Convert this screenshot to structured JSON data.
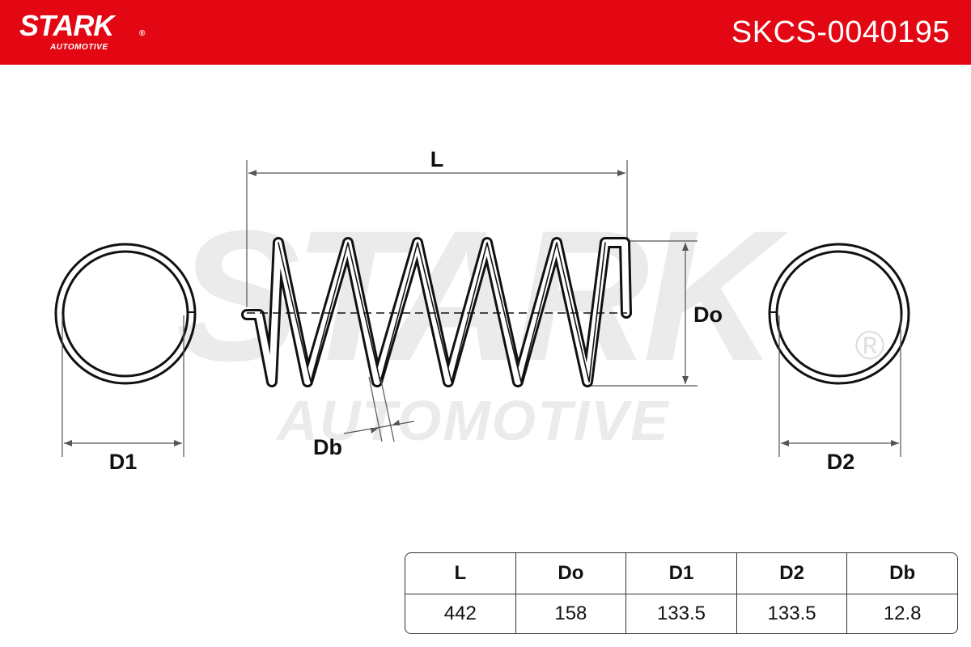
{
  "header": {
    "brand": "STARK",
    "brand_sub": "AUTOMOTIVE",
    "brand_mark": "®",
    "part_number": "SKCS-0040195",
    "bg_color": "#e30613"
  },
  "watermark": {
    "line1": "STARK",
    "line2": "AUTOMOTIVE",
    "mark": "®"
  },
  "diagram": {
    "labels": {
      "length": "L",
      "outer_diameter": "Do",
      "diameter_1": "D1",
      "diameter_2": "D2",
      "wire_diameter": "Db"
    }
  },
  "table": {
    "headers": [
      "L",
      "Do",
      "D1",
      "D2",
      "Db"
    ],
    "values": [
      "442",
      "158",
      "133.5",
      "133.5",
      "12.8"
    ]
  }
}
